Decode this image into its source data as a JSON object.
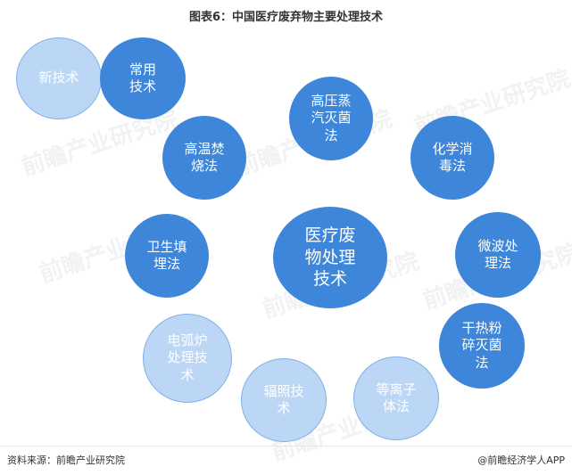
{
  "title": "图表6：中国医疗废弃物主要处理技术",
  "nodes": {
    "new_tech": "新技术",
    "common_tech": "常用\n技术",
    "high_pressure": "高压蒸\n汽灭菌\n法",
    "chemical": "化学消\n毒法",
    "incineration": "高温焚\n烧法",
    "center": "医疗废\n物处理\n技术",
    "landfill": "卫生填\n埋法",
    "microwave": "微波处\n理法",
    "dry_heat": "干热粉\n碎灭菌\n法",
    "arc_furnace": "电弧炉\n处理技\n术",
    "radiation": "辐照技\n术",
    "plasma": "等离子\n体法"
  },
  "footer": {
    "source": "资料来源：前瞻产业研究院",
    "brand": "@前瞻经济学人APP"
  },
  "watermark": "前瞻产业研究院",
  "colors": {
    "dark_node": "#3e86d9",
    "light_node": "#bcd7f5"
  }
}
